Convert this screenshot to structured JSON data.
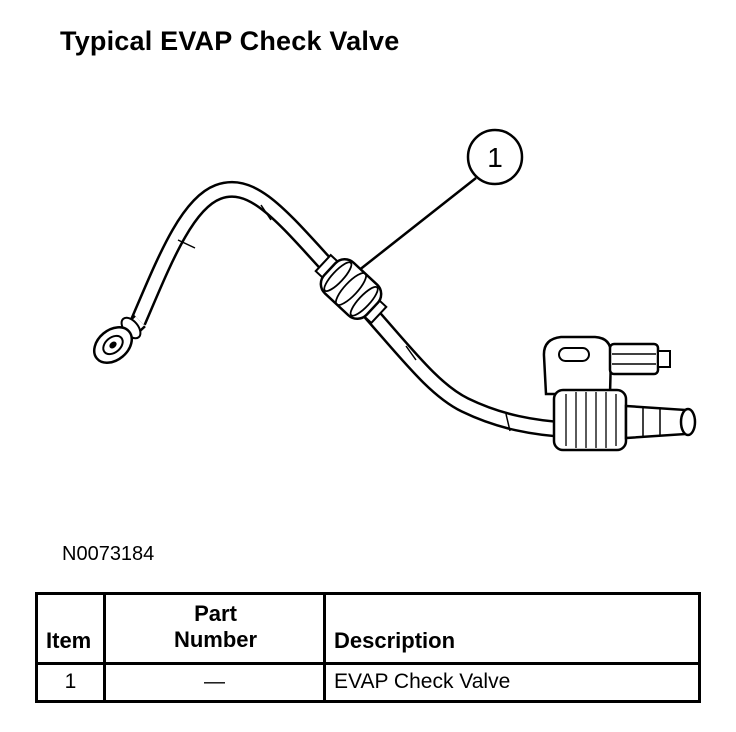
{
  "title": "Typical EVAP Check Valve",
  "figure": {
    "code": "N0073184",
    "callout_number": "1"
  },
  "table": {
    "headers": {
      "item": "Item",
      "part_number": "Part Number",
      "description": "Description"
    },
    "rows": [
      {
        "item": "1",
        "part_number": "—",
        "description": "EVAP Check Valve"
      }
    ]
  },
  "colors": {
    "ink": "#000000",
    "paper": "#ffffff"
  }
}
